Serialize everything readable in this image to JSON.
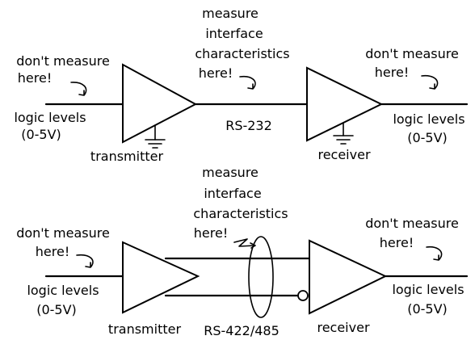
{
  "diagram": {
    "top": {
      "left_note": [
        "don't measure",
        "here!"
      ],
      "left_levels": [
        "logic levels",
        "(0-5V)"
      ],
      "center_note": [
        "measure",
        "interface",
        "characteristics",
        "here!"
      ],
      "right_note": [
        "don't measure",
        "here!"
      ],
      "right_levels": [
        "logic levels",
        "(0-5V)"
      ],
      "transmitter_label": "transmitter",
      "receiver_label": "receiver",
      "link_label": "RS-232"
    },
    "bottom": {
      "left_note": [
        "don't measure",
        "here!"
      ],
      "left_levels": [
        "logic levels",
        "(0-5V)"
      ],
      "center_note": [
        "measure",
        "interface",
        "characteristics",
        "here!"
      ],
      "right_note": [
        "don't measure",
        "here!"
      ],
      "right_levels": [
        "logic levels",
        "(0-5V)"
      ],
      "transmitter_label": "transmitter",
      "receiver_label": "receiver",
      "link_label": "RS-422/485"
    }
  }
}
